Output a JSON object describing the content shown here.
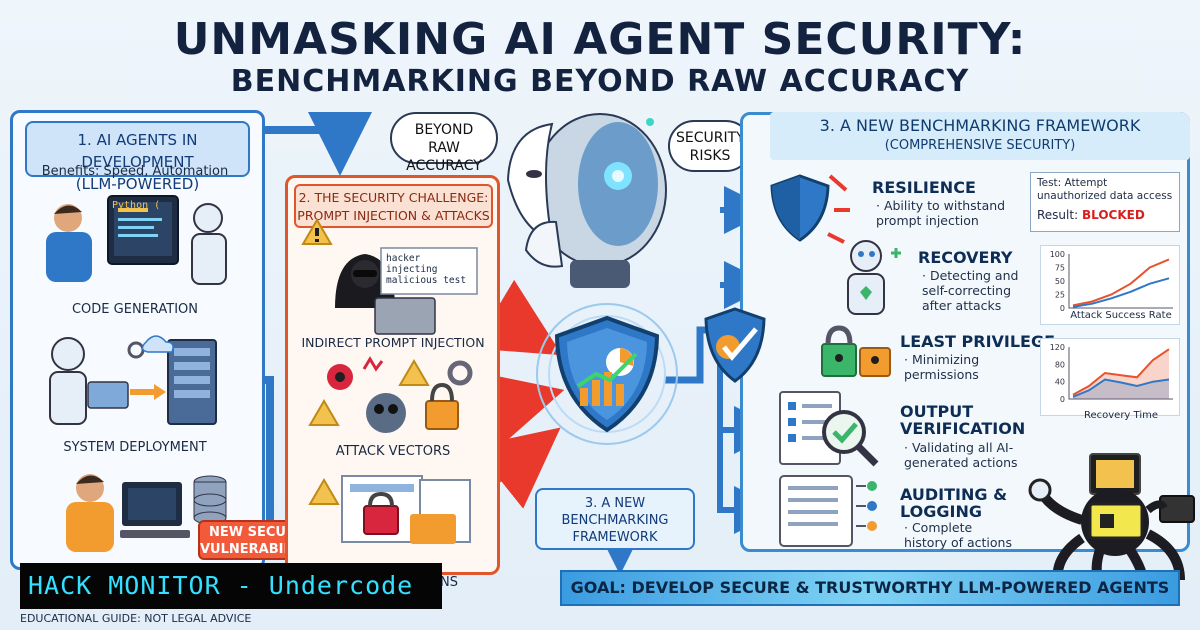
{
  "title": {
    "line1": "UNMASKING AI AGENT SECURITY:",
    "line2": "BENCHMARKING BEYOND RAW ACCURACY"
  },
  "section1": {
    "heading_line1": "1. AI AGENTS IN DEVELOPMENT",
    "heading_line2": "(LLM-POWERED)",
    "benefits": "Benefits: Speed, Automation",
    "code_snippet": "Python (",
    "items": [
      "CODE GENERATION",
      "SYSTEM DEPLOYMENT"
    ],
    "new_vuln": "NEW SECURITY VULNERABILITIES"
  },
  "section2": {
    "heading_line1": "2. THE SECURITY CHALLENGE:",
    "heading_line2": "PROMPT INJECTION & ATTACKS",
    "screen_text": "hacker injecting malicious test",
    "items": [
      "INDIRECT PROMPT INJECTION",
      "ATTACK VECTORS"
    ],
    "partial_label": "NS"
  },
  "bubbles": {
    "beyond": "BEYOND RAW ACCURACY",
    "risks": "SECURITY RISKS"
  },
  "center_box": "3. A NEW BENCHMARKING FRAMEWORK",
  "section3": {
    "heading_line1": "3. A NEW BENCHMARKING FRAMEWORK",
    "heading_line2": "(COMPREHENSIVE SECURITY)",
    "features": [
      {
        "title": "RESILIENCE",
        "desc": "· Ability to withstand prompt injection"
      },
      {
        "title": "RECOVERY",
        "desc": "· Detecting and self-correcting after attacks"
      },
      {
        "title": "LEAST PRIVILEGE",
        "desc": "· Minimizing permissions"
      },
      {
        "title": "OUTPUT VERIFICATION",
        "desc": "· Validating all AI-generated actions"
      },
      {
        "title": "AUDITING & LOGGING",
        "desc": "· Complete history of actions"
      }
    ],
    "test_label": "Test: Attempt unauthorized data access",
    "result_label": "Result:",
    "result_value": "BLOCKED"
  },
  "chart_data": [
    {
      "type": "line",
      "title": "",
      "xlabel": "Attack Success Rate",
      "ylabel": "",
      "y_ticks": [
        "100",
        "75",
        "50",
        "25",
        "0"
      ],
      "ylim": [
        0,
        100
      ],
      "series": [
        {
          "values": [
            5,
            12,
            25,
            45,
            75,
            90
          ],
          "color": "#e8532c"
        },
        {
          "values": [
            2,
            8,
            18,
            30,
            45,
            55
          ],
          "color": "#2f78c7"
        }
      ]
    },
    {
      "type": "area",
      "title": "",
      "xlabel": "Recovery Time",
      "ylabel": "",
      "y_ticks": [
        "120",
        "80",
        "40",
        "0"
      ],
      "ylim": [
        0,
        120
      ],
      "series": [
        {
          "values": [
            10,
            30,
            60,
            55,
            50,
            90,
            115
          ],
          "color": "#e8532c"
        },
        {
          "values": [
            5,
            20,
            45,
            38,
            30,
            40,
            45
          ],
          "color": "#2f78c7"
        }
      ]
    }
  ],
  "goal": "GOAL: DEVELOP SECURE & TRUSTWORTHY LLM-POWERED AGENTS",
  "watermark": "HACK MONITOR - Undercode",
  "disclaimer": "EDUCATIONAL GUIDE: NOT LEGAL ADVICE"
}
